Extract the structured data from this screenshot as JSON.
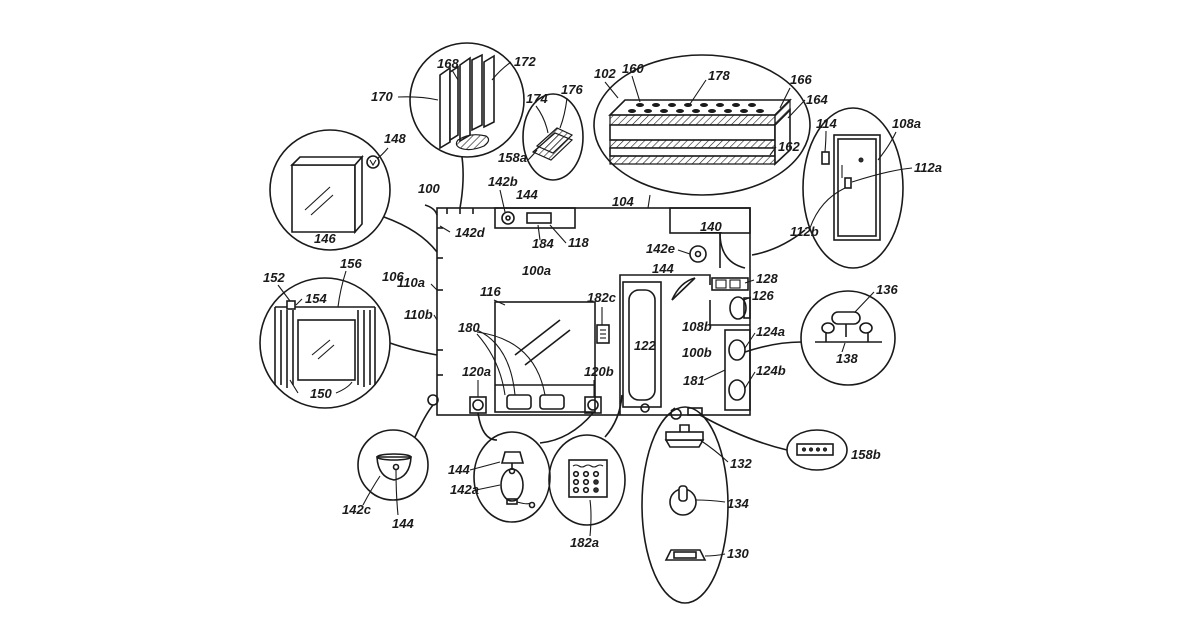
{
  "labels": {
    "l100": "100",
    "l100a": "100a",
    "l100b": "100b",
    "l102": "102",
    "l104": "104",
    "l106": "106",
    "l108a": "108a",
    "l108b": "108b",
    "l110a": "110a",
    "l110b": "110b",
    "l112a": "112a",
    "l112b": "112b",
    "l114": "114",
    "l116": "116",
    "l118": "118",
    "l120a": "120a",
    "l120b": "120b",
    "l122": "122",
    "l124a": "124a",
    "l124b": "124b",
    "l126": "126",
    "l128": "128",
    "l130": "130",
    "l132": "132",
    "l134": "134",
    "l136": "136",
    "l138": "138",
    "l140": "140",
    "l142a": "142a",
    "l142b": "142b",
    "l142c": "142c",
    "l142d": "142d",
    "l142e": "142e",
    "l144a": "144",
    "l144b": "144",
    "l144c": "144",
    "l144d": "144",
    "l146": "146",
    "l148": "148",
    "l150": "150",
    "l152": "152",
    "l154": "154",
    "l156": "156",
    "l158a": "158a",
    "l158b": "158b",
    "l160": "160",
    "l162": "162",
    "l164": "164",
    "l166": "166",
    "l168": "168",
    "l170": "170",
    "l172": "172",
    "l174": "174",
    "l176": "176",
    "l178": "178",
    "l180": "180",
    "l181": "181",
    "l182a": "182a",
    "l182c": "182c",
    "l184": "184"
  },
  "colors": {
    "ink": "#1a1a1a",
    "background": "#ffffff"
  }
}
